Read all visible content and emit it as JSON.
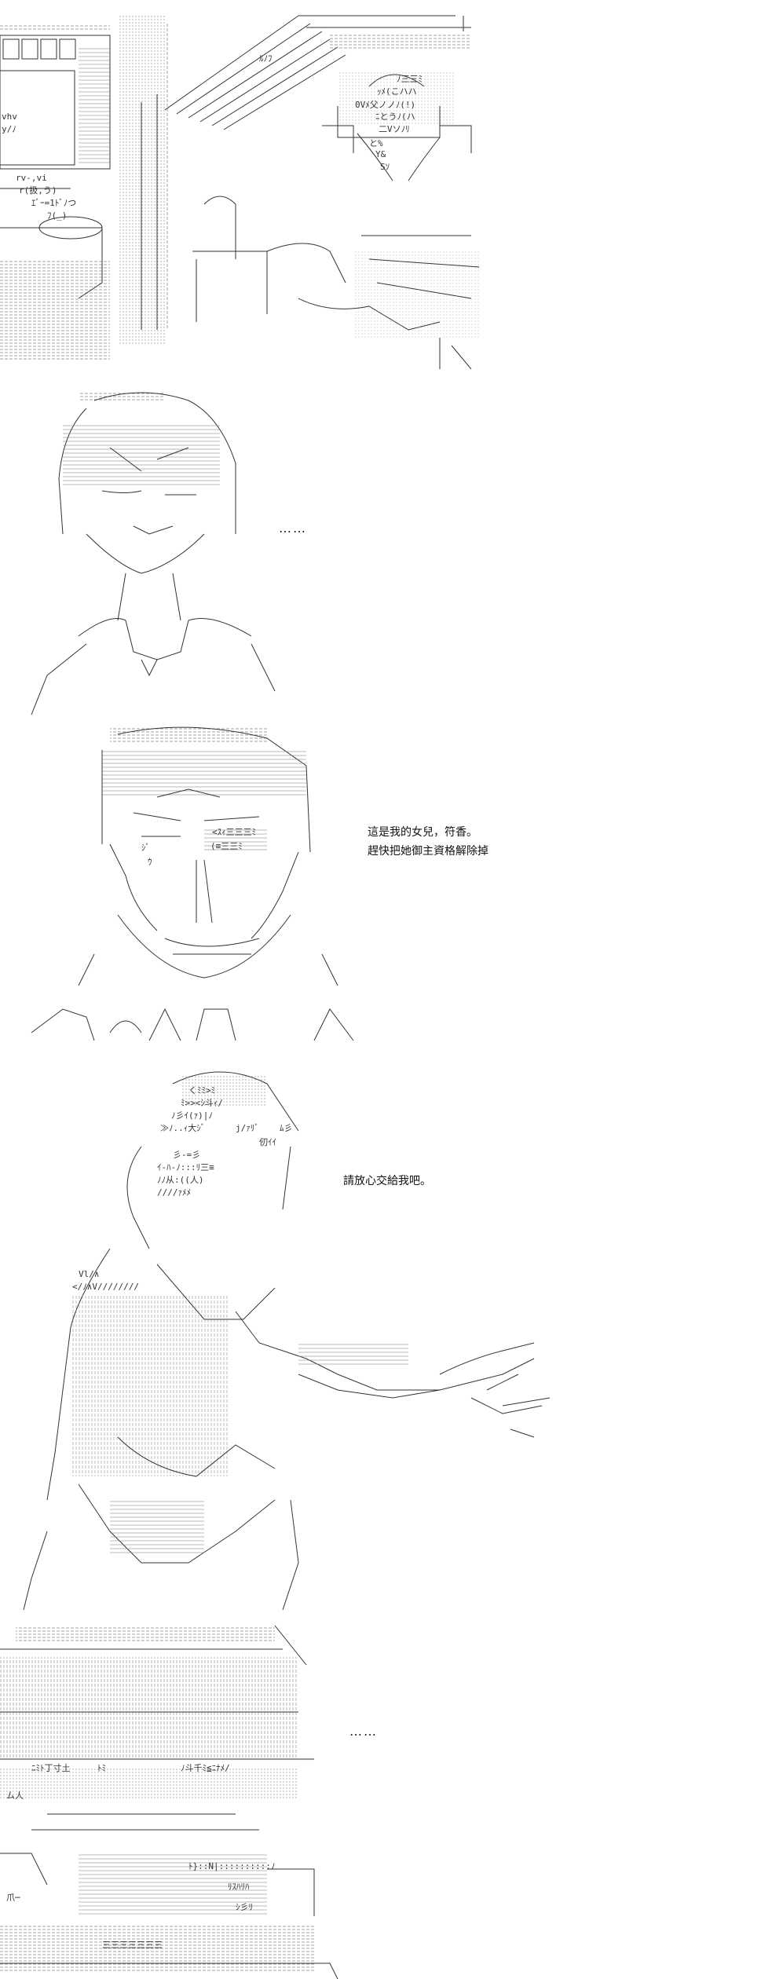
{
  "panels": [
    {
      "id": "street-scene",
      "art_texts": [
        "ﾉ三三ﾐ",
        "ｯﾒ(こハハ",
        "0Vﾒ父ノノﾉ(!)",
        "ﾆとうﾉ(ハ",
        "二Vソﾉﾘ",
        "と%",
        "Y&",
        "Sｿ",
        "vhv",
        "y/ﾉ",
        "rv-,vi",
        "r(扱,う)",
        "ｴﾞｰ=1ﾄﾞﾉつ",
        "ﾌ(_)",
        "ﾙﾉﾌ"
      ]
    },
    {
      "id": "girl-closeup",
      "ellipsis": "……"
    },
    {
      "id": "old-man",
      "captions": [
        "這是我的女兒，符香。",
        "趕快把她御主資格解除掉"
      ],
      "art_texts": [
        "<ｽｨ三三三ﾐ",
        "(≡三三ﾐ",
        "ｼﾞ",
        "ｳ"
      ]
    },
    {
      "id": "pointing-man",
      "captions": [
        "請放心交給我吧。"
      ],
      "art_texts": [
        "くﾐﾐ>ﾐ",
        "ﾐ>><ｼ斗ｨ/",
        "ﾉ彡ｲ(ｧ)|ﾉ",
        "≫ﾉ..ｨ大ｼﾞ",
        "j/ｧﾘﾞ",
        "ﾑ彡",
        "仞ｲｲ",
        "彡-=彡",
        "ｲ-ﾊ-ﾉ:::ﾘ三≡",
        "ﾉﾉ从:((人)",
        "////ｧﾒﾒ",
        "Vl/∧",
        "</ﾉ∧V////////"
      ]
    },
    {
      "id": "last-panel",
      "ellipsis": "……",
      "art_texts": [
        "ﾆﾐﾄ丁寸土",
        "ﾄﾐ",
        "ﾉ斗千ﾐ≦ﾆﾅﾒ/",
        "ム人",
        "爪─",
        "三三三三三三三",
        "ﾄ}::N|::::::::::ﾉ",
        "ﾘｽﾊﾘﾊ",
        "ｼ彡ﾘ"
      ]
    }
  ]
}
